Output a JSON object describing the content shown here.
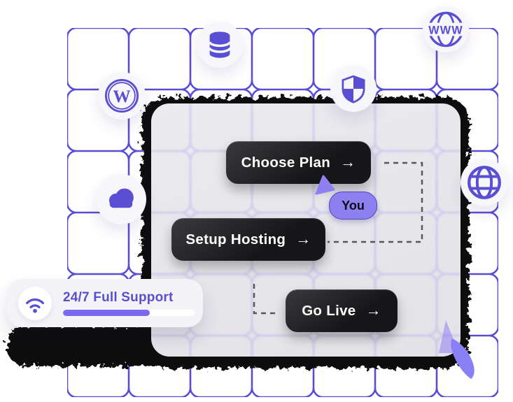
{
  "colors": {
    "accent": "#5a4fd2",
    "accent_light": "#8f80f2",
    "button_bg": "#1f1f22",
    "button_text": "#ffffff",
    "card_bg": "#e6e5e9",
    "badge_bg": "#f7f6fb",
    "support_bg": "#f4f3f8",
    "support_text": "#5b50cc",
    "progress_fill": "#7a6af0",
    "scribble": "#0a0a0a",
    "connector": "#58585c",
    "swoosh": "#8a80f5"
  },
  "flow_card": {
    "steps": [
      {
        "label": "Choose Plan",
        "arrow": "→"
      },
      {
        "label": "Setup Hosting",
        "arrow": "→"
      },
      {
        "label": "Go Live",
        "arrow": "→"
      }
    ],
    "you_badge": "You"
  },
  "support_badge": {
    "label": "24/7 Full Support",
    "progress_percent": 66
  },
  "floating_icons": [
    {
      "name": "database-icon"
    },
    {
      "name": "www-globe-icon",
      "text": "WWW"
    },
    {
      "name": "wordpress-icon",
      "text": "W"
    },
    {
      "name": "shield-icon"
    },
    {
      "name": "cloud-icon"
    },
    {
      "name": "globe-icon"
    }
  ]
}
